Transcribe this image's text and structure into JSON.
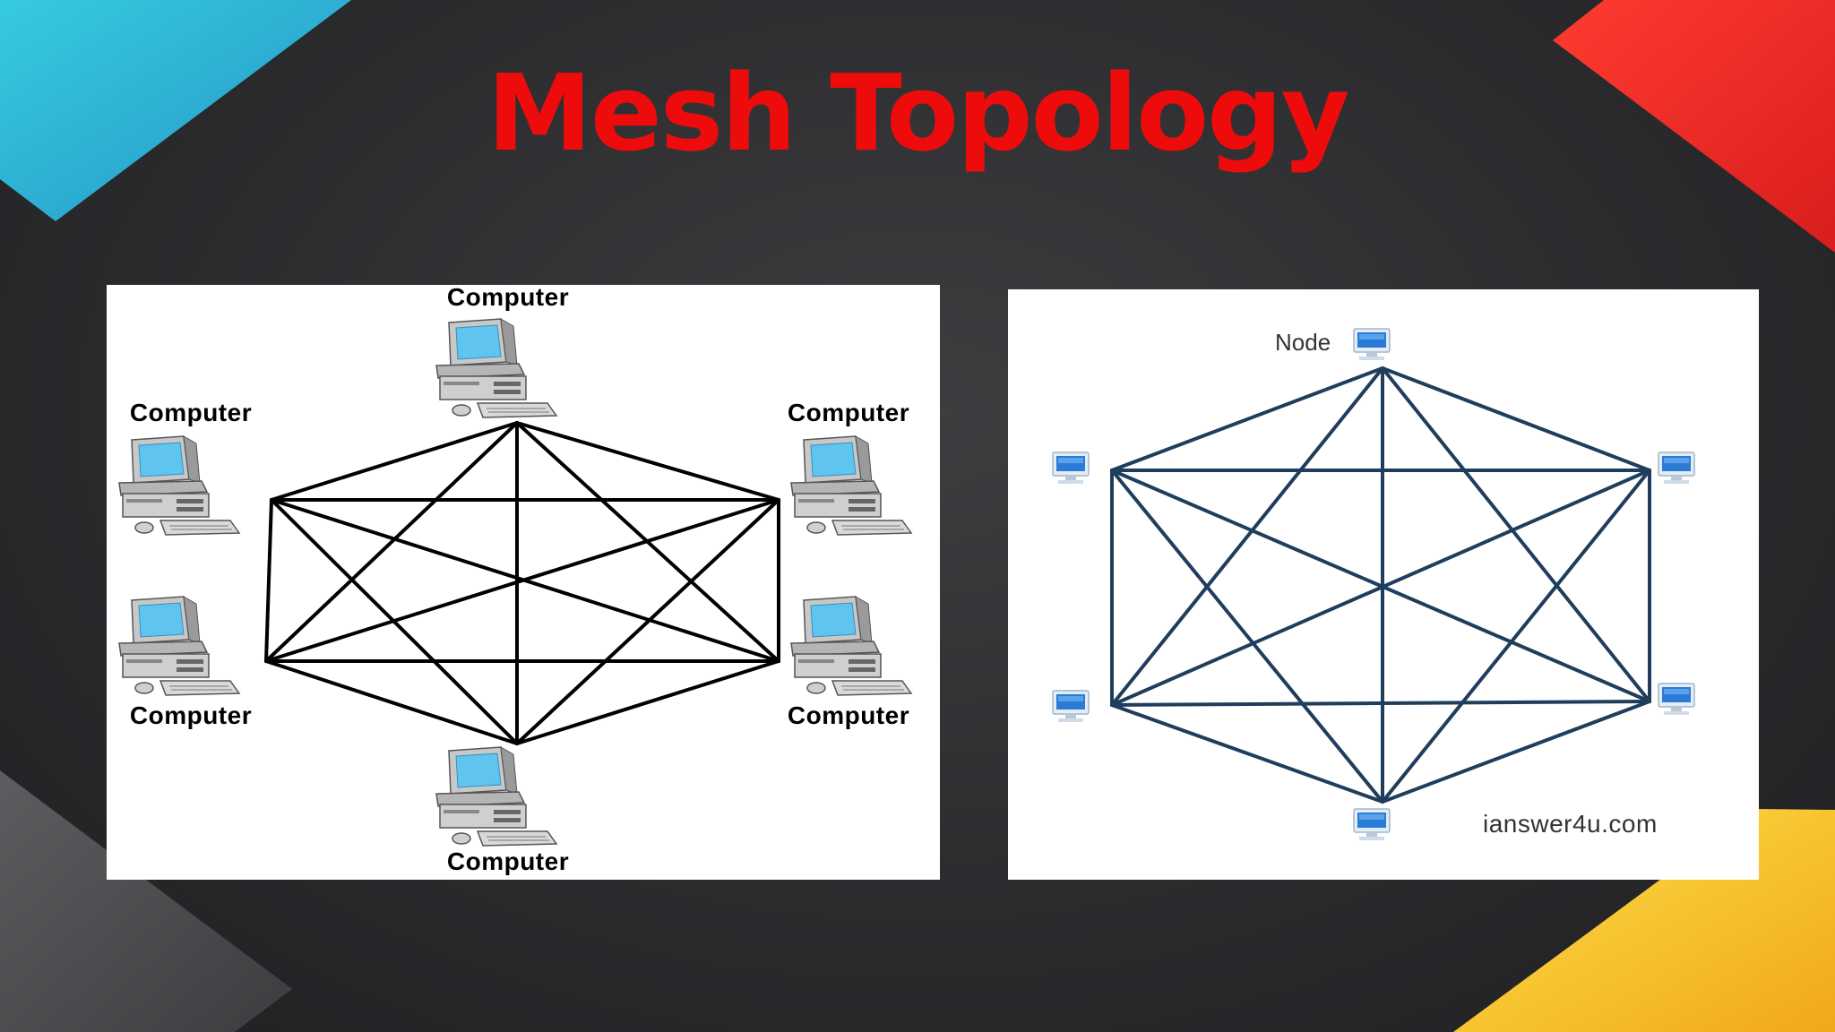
{
  "slide": {
    "title": "Mesh Topology"
  },
  "colors": {
    "title": "#ee0b0b",
    "corner_top_left": "#2ab4d4",
    "corner_top_right": "#f22d2d",
    "corner_bottom_right": "#f9c72a",
    "corner_bottom_left": "#505053",
    "left_mesh_lines": "#000000",
    "right_mesh_lines": "#1f3d5c",
    "screen": "#5fc4ee",
    "node_icon": "#2a7bd6"
  },
  "left_diagram": {
    "node_icons": "desktop-computer-icon",
    "nodes": [
      {
        "label": "Computer"
      },
      {
        "label": "Computer"
      },
      {
        "label": "Computer"
      },
      {
        "label": "Computer"
      },
      {
        "label": "Computer"
      },
      {
        "label": "Computer"
      }
    ]
  },
  "right_diagram": {
    "node_icons": "monitor-node-icon",
    "node_label": "Node",
    "node_count": 6,
    "watermark": "ianswer4u.com"
  }
}
